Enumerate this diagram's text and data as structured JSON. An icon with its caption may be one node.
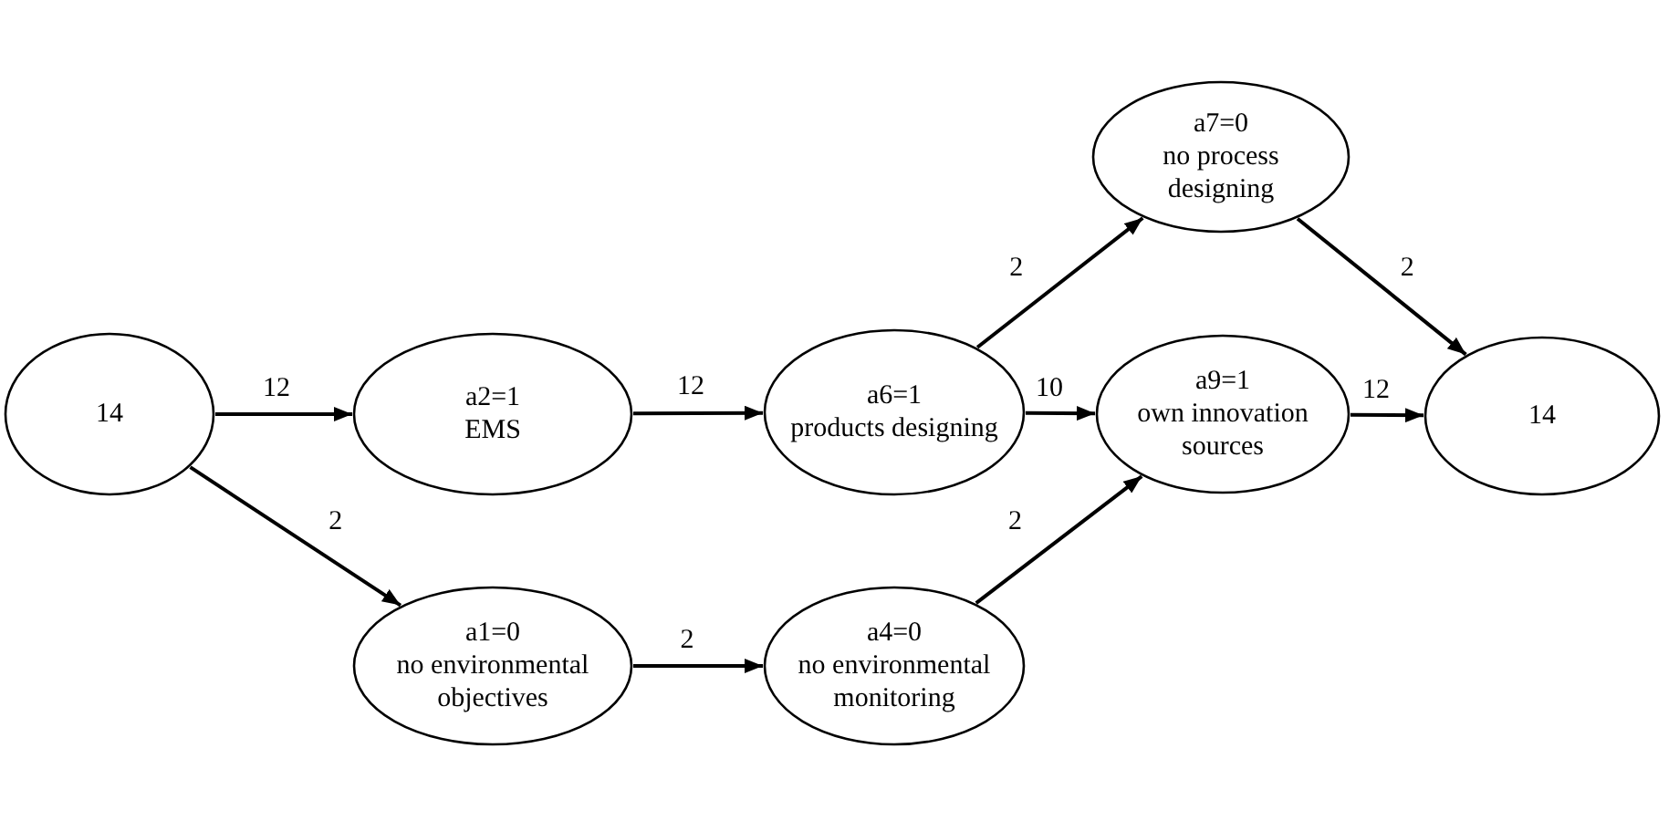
{
  "diagram": {
    "nodes": [
      {
        "text": [
          "14"
        ]
      },
      {
        "text": [
          "a2=1",
          "EMS"
        ]
      },
      {
        "text": [
          "a6=1",
          "products designing"
        ]
      },
      {
        "text": [
          "a7=0",
          "no process designing"
        ]
      },
      {
        "text": [
          "a9=1",
          "own innovation sources"
        ]
      },
      {
        "text": [
          "14"
        ]
      },
      {
        "text": [
          "a1=0",
          "no environmental objectives"
        ]
      },
      {
        "text": [
          "a4=0",
          "no environmental monitoring"
        ]
      }
    ],
    "edges": [
      {
        "from": 0,
        "to": 1,
        "arrow": "to",
        "label": "12"
      },
      {
        "from": 1,
        "to": 2,
        "arrow": "to",
        "label": "12"
      },
      {
        "from": 2,
        "to": 3,
        "arrow": "to",
        "label": "2"
      },
      {
        "from": 2,
        "to": 4,
        "arrow": "to",
        "label": "10"
      },
      {
        "from": 3,
        "to": 5,
        "arrow": "to",
        "label": "2"
      },
      {
        "from": 4,
        "to": 5,
        "arrow": "to",
        "label": "12"
      },
      {
        "from": 0,
        "to": 6,
        "arrow": "to",
        "label": "2"
      },
      {
        "from": 6,
        "to": 7,
        "arrow": "to",
        "label": "2"
      },
      {
        "from": 7,
        "to": 4,
        "arrow": "to",
        "label": "2"
      }
    ]
  }
}
